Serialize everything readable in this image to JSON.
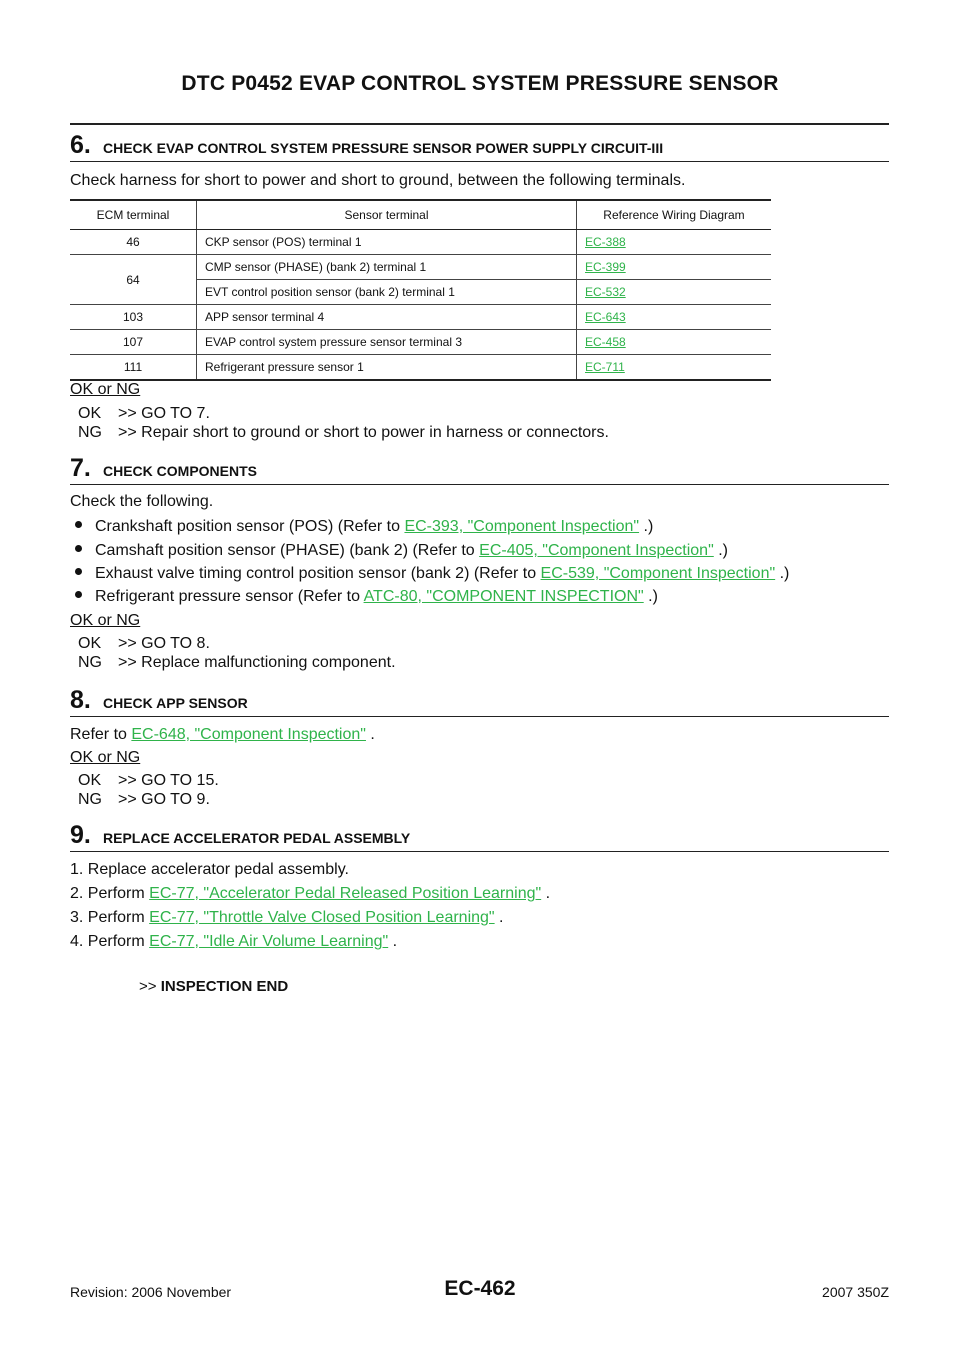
{
  "header": {
    "title": "DTC P0452 EVAP CONTROL SYSTEM PRESSURE SENSOR"
  },
  "step6": {
    "num": "6.",
    "label": "CHECK EVAP CONTROL SYSTEM PRESSURE SENSOR POWER SUPPLY CIRCUIT-III",
    "text": "Check harness for short to power and short to ground, between the following terminals.",
    "table": {
      "headers": [
        "ECM terminal",
        "Sensor terminal",
        "Reference Wiring Diagram"
      ],
      "rows": [
        {
          "ecm": "46",
          "sensor": "CKP sensor (POS) terminal 1",
          "ref": "EC-388"
        },
        {
          "ecm": "64",
          "sensor": "CMP sensor (PHASE) (bank 2) terminal 1",
          "ref": "EC-399"
        },
        {
          "ecm": "",
          "sensor": "EVT control position sensor (bank 2) terminal 1",
          "ref": "EC-532"
        },
        {
          "ecm": "103",
          "sensor": "APP sensor terminal 4",
          "ref": "EC-643"
        },
        {
          "ecm": "107",
          "sensor": "EVAP control system pressure sensor terminal 3",
          "ref": "EC-458"
        },
        {
          "ecm": "111",
          "sensor": "Refrigerant pressure sensor 1",
          "ref": "EC-711"
        }
      ]
    },
    "ok_ng": "OK or NG",
    "ok": {
      "key": "OK",
      "text": ">> GO TO 7."
    },
    "ng": {
      "key": "NG",
      "text": ">> Repair short to ground or short to power in harness or connectors."
    }
  },
  "step7": {
    "num": "7.",
    "label": "CHECK COMPONENTS",
    "text": "Check the following.",
    "items": [
      {
        "pre": "Crankshaft position sensor (POS) (Refer to ",
        "link": "EC-393, \"Component Inspection\"",
        "post": " .)"
      },
      {
        "pre": "Camshaft position sensor (PHASE) (bank 2) (Refer to ",
        "link": "EC-405, \"Component Inspection\"",
        "post": " .)"
      },
      {
        "pre": "Exhaust valve timing control position sensor (bank 2) (Refer to ",
        "link": "EC-539, \"Component Inspection\"",
        "post": " .)"
      },
      {
        "pre": "Refrigerant pressure sensor (Refer to ",
        "link": "ATC-80, \"COMPONENT INSPECTION\"",
        "post": " .)"
      }
    ],
    "ok_ng": "OK or NG",
    "ok": {
      "key": "OK",
      "text": ">> GO TO 8."
    },
    "ng": {
      "key": "NG",
      "text": ">> Replace malfunctioning component."
    }
  },
  "step8": {
    "num": "8.",
    "label": "CHECK APP SENSOR",
    "pre": "Refer to ",
    "link": "EC-648, \"Component Inspection\"",
    "post": " .",
    "ok_ng": "OK or NG",
    "ok": {
      "key": "OK",
      "text": ">> GO TO 15."
    },
    "ng": {
      "key": "NG",
      "text": ">> GO TO 9."
    }
  },
  "step9": {
    "num": "9.",
    "label": "REPLACE ACCELERATOR PEDAL ASSEMBLY",
    "items": [
      {
        "pre": "1. Replace accelerator pedal assembly.",
        "link": "",
        "post": ""
      },
      {
        "pre": "2. Perform ",
        "link": "EC-77, \"Accelerator Pedal Released Position Learning\"",
        "post": " ."
      },
      {
        "pre": "3. Perform ",
        "link": "EC-77, \"Throttle Valve Closed Position Learning\"",
        "post": " ."
      },
      {
        "pre": "4. Perform ",
        "link": "EC-77, \"Idle Air Volume Learning\"",
        "post": " ."
      }
    ],
    "end_arrow": ">>",
    "end_text": "INSPECTION END"
  },
  "footer": {
    "revision": "Revision: 2006 November",
    "page": "EC-462",
    "model": "2007 350Z"
  },
  "colors": {
    "link": "#2fb34a",
    "text": "#111111"
  }
}
